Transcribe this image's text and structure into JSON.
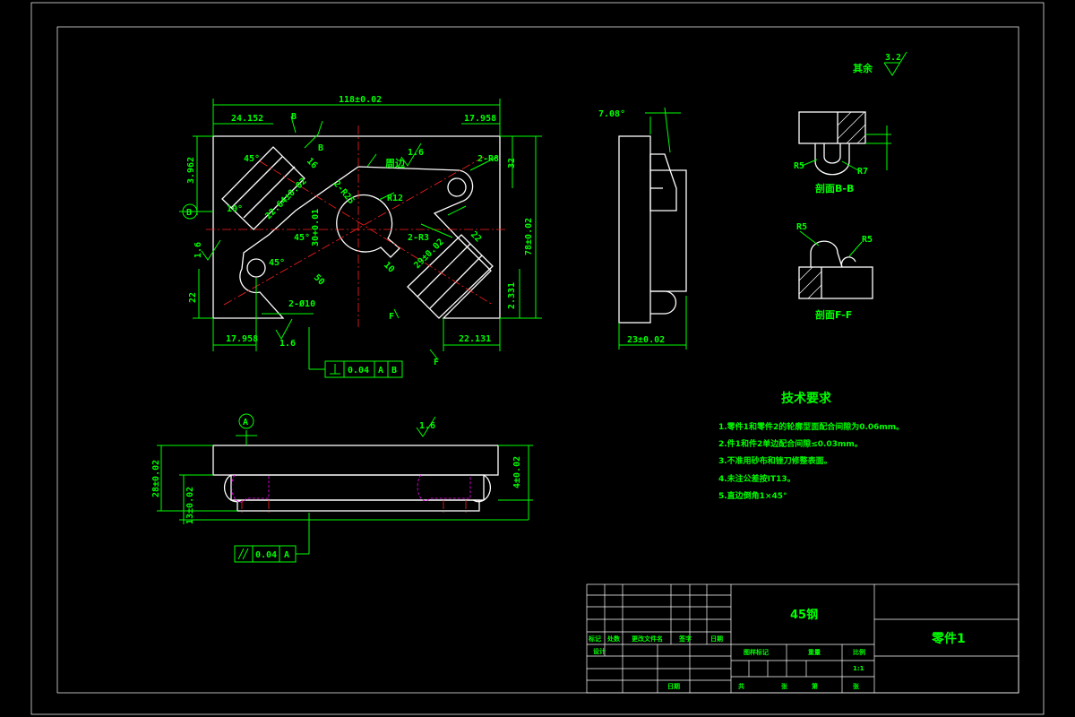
{
  "views": {
    "top": {
      "dims": {
        "overall_length": "118±0.02",
        "left_top": "24.152",
        "right_top": "17.958",
        "left_height": "3.962",
        "right_height": "32",
        "total_height": "78±0.02",
        "bottom_left": "17.958",
        "bottom_right": "22.131",
        "right_low": "2.331",
        "left_low": "22",
        "slot_left": "22.64±0.02",
        "slot_right": "29±0.02",
        "center_dim": "30+0.01",
        "angle_45a": "45°",
        "angle_45b": "45°",
        "angle_45c": "45°",
        "angle_10": "10°",
        "r_label": "R12",
        "r25": "2-R25",
        "r8": "2-R8",
        "r3": "2-R3",
        "dia10": "2-Ø10",
        "sixteen": "16",
        "ten": "10",
        "fifty": "50",
        "twentytwo": "22",
        "round_edge": "周边",
        "ra_top": "1.6",
        "ra_left": "1.6",
        "ra_bottom": "1.6"
      },
      "sections": {
        "b1": "B",
        "b2": "B",
        "f1": "F",
        "f2": "F"
      },
      "datum_b": "B",
      "tolerance": {
        "value": "0.04",
        "ref_a": "A",
        "ref_b": "B"
      }
    },
    "side": {
      "angle": "7.08°",
      "width": "23±0.02"
    },
    "front": {
      "height": "28±0.02",
      "base": "13±0.02",
      "step": "4±0.02",
      "ra": "1.6",
      "datum_a": "A",
      "tolerance": {
        "value": "0.04",
        "ref_a": "A"
      }
    },
    "section_bb": {
      "title": "剖面B-B",
      "r5": "R5",
      "r7": "R7"
    },
    "section_ff": {
      "title": "剖面F-F",
      "r5a": "R5",
      "r5b": "R5"
    }
  },
  "surface_finish": {
    "label": "其余",
    "value": "3.2"
  },
  "requirements": {
    "title": "技术要求",
    "items": [
      "1.零件1和零件2的轮廓型面配合间隙为0.06mm。",
      "2.件1和件2单边配合间隙≤0.03mm。",
      "3.不准用砂布和锉刀修整表面。",
      "4.未注公差按IT13。",
      "5.直边倒角1×45°"
    ]
  },
  "title_block": {
    "material": "45钢",
    "part_name": "零件1",
    "row_labels": [
      "标记",
      "处数",
      "更改文件名",
      "签字",
      "日期"
    ],
    "designer": "设计",
    "stage_labels": [
      "图样标记",
      "重量",
      "比例"
    ],
    "scale": "1:1",
    "bottom_labels": [
      "共",
      "张",
      "第",
      "张"
    ],
    "sheet_label": "日期"
  }
}
